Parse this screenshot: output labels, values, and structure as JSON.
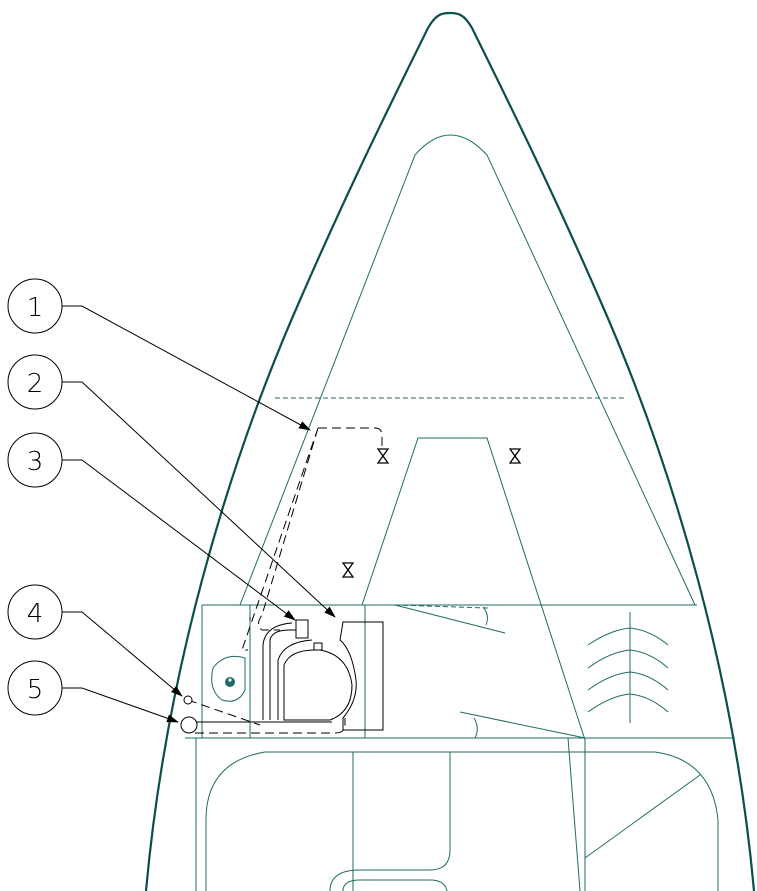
{
  "colors": {
    "hull": "#0b4f4a",
    "structure": "#1f6b63",
    "leader": "#000000",
    "background": "#ffffff"
  },
  "callouts": [
    {
      "label": "1"
    },
    {
      "label": "2"
    },
    {
      "label": "3"
    },
    {
      "label": "4"
    },
    {
      "label": "5"
    }
  ]
}
